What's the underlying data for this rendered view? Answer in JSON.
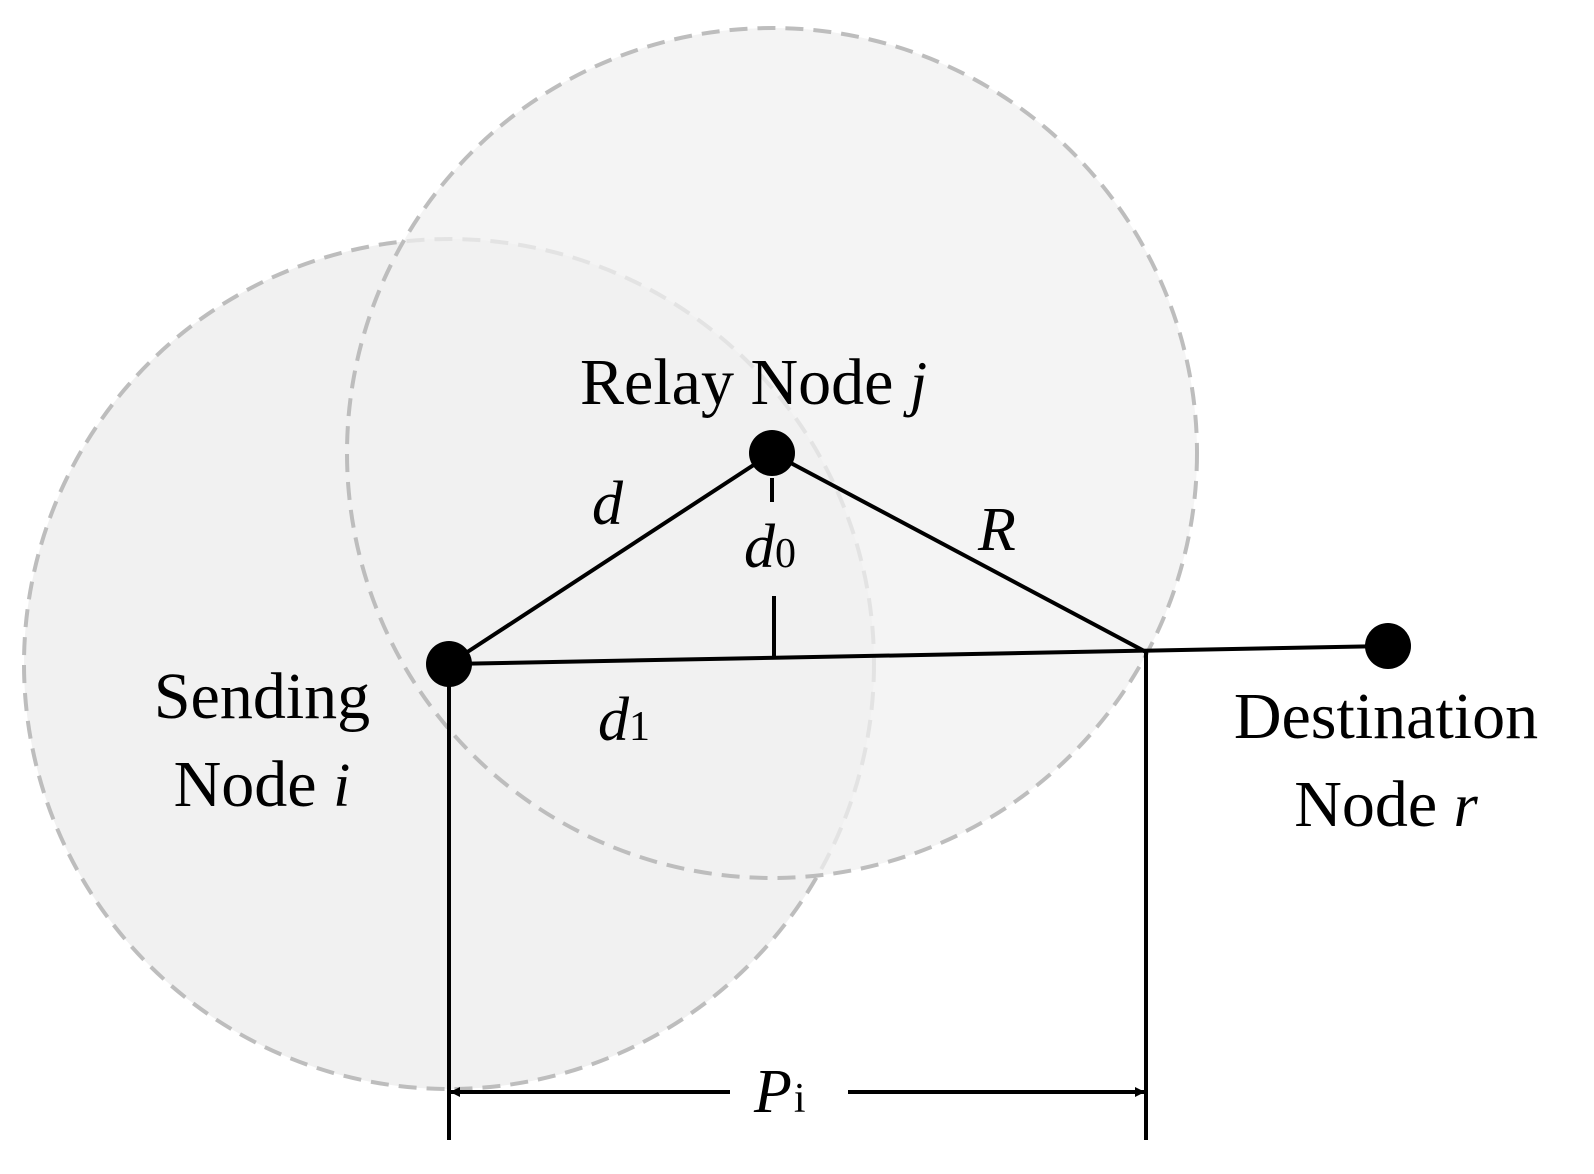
{
  "colors": {
    "circle_fill": "#f0f0f0",
    "circle_stroke": "#bdbdbd",
    "line": "#000000",
    "node": "#000000"
  },
  "labels": {
    "relay": {
      "text": "Relay Node ",
      "var": "j"
    },
    "sending": {
      "line1": "Sending",
      "line2_text": "Node ",
      "line2_var": "i"
    },
    "destination": {
      "line1": "Destination",
      "line2_text": "Node ",
      "line2_var": "r"
    },
    "d": "d",
    "d0": {
      "var": "d",
      "sub": "0"
    },
    "d1": {
      "var": "d",
      "sub": "1"
    },
    "R": "R",
    "Pi": {
      "var": "P",
      "sub": "i"
    }
  }
}
